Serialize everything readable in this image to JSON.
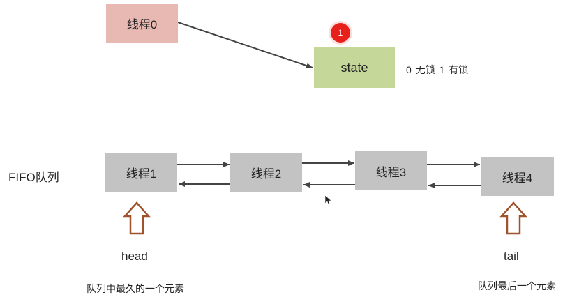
{
  "thread0": {
    "label": "线程0"
  },
  "state": {
    "label": "state",
    "badge": "1",
    "meaning": "0 无锁   1 有锁"
  },
  "queue": {
    "label": "FIFO队列",
    "nodes": [
      "线程1",
      "线程2",
      "线程3",
      "线程4"
    ],
    "head": {
      "label": "head",
      "description": "队列中最久的一个元素"
    },
    "tail": {
      "label": "tail",
      "description": "队列最后一个元素"
    }
  },
  "colors": {
    "thread0_fill": "#e8b8b3",
    "state_fill": "#c5d89a",
    "node_fill": "#c3c3c3",
    "badge": "#e8201c",
    "up_arrow": "#a0522d",
    "connector": "#444444"
  },
  "icons": {
    "badge": "step-number-badge",
    "pointer_up": "up-arrow-icon",
    "cursor": "mouse-cursor-icon"
  }
}
